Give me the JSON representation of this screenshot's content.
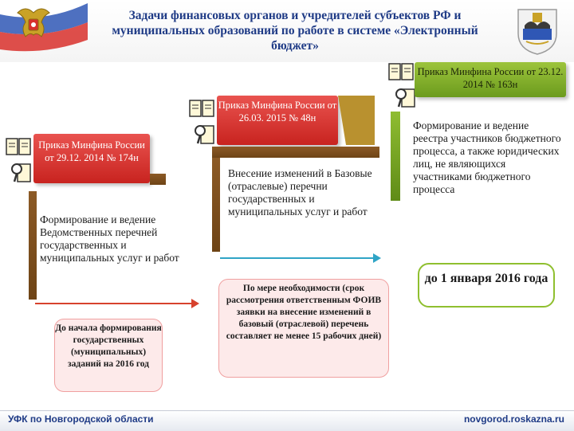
{
  "header": {
    "title": "Задачи финансовых органов и учредителей субъектов РФ и муниципальных образований по работе в системе «Электронный бюджет»"
  },
  "col1": {
    "order": "Приказ Минфина России от 29.12. 2014 № 174н",
    "task": "Формирование и ведение Ведомственных перечней государственных и муниципальных услуг и работ",
    "deadline": "До начала формирования государственных (муниципальных) заданий на 2016 год"
  },
  "col2": {
    "order": "Приказ Минфина России от 26.03. 2015 № 48н",
    "task": "Внесение изменений в Базовые (отраслевые) перечни государственных и муниципальных услуг и работ",
    "deadline": "По мере необходимости (срок рассмотрения ответственным ФОИВ заявки на внесение изменений в базовый (отраслевой) перечень составляет не менее 15 рабочих дней)"
  },
  "col3": {
    "order": "Приказ Минфина России от 23.12. 2014 № 163н",
    "task": "Формирование и ведение реестра участников бюджетного процесса, а также юридических лиц, не являющихся участниками бюджетного процесса",
    "deadline": "до 1 января 2016 года"
  },
  "footer": {
    "left": "УФК по Новгородской области",
    "right": "novgorod.roskazna.ru"
  },
  "colors": {
    "title_blue": "#1f3b86",
    "red": "#d9302c",
    "green": "#7faa27",
    "brown": "#7a4c1c"
  },
  "icons": [
    "double-headed-eagle-emblem",
    "novgorod-coat-of-arms",
    "book-icon",
    "document-magnifier-icon"
  ]
}
